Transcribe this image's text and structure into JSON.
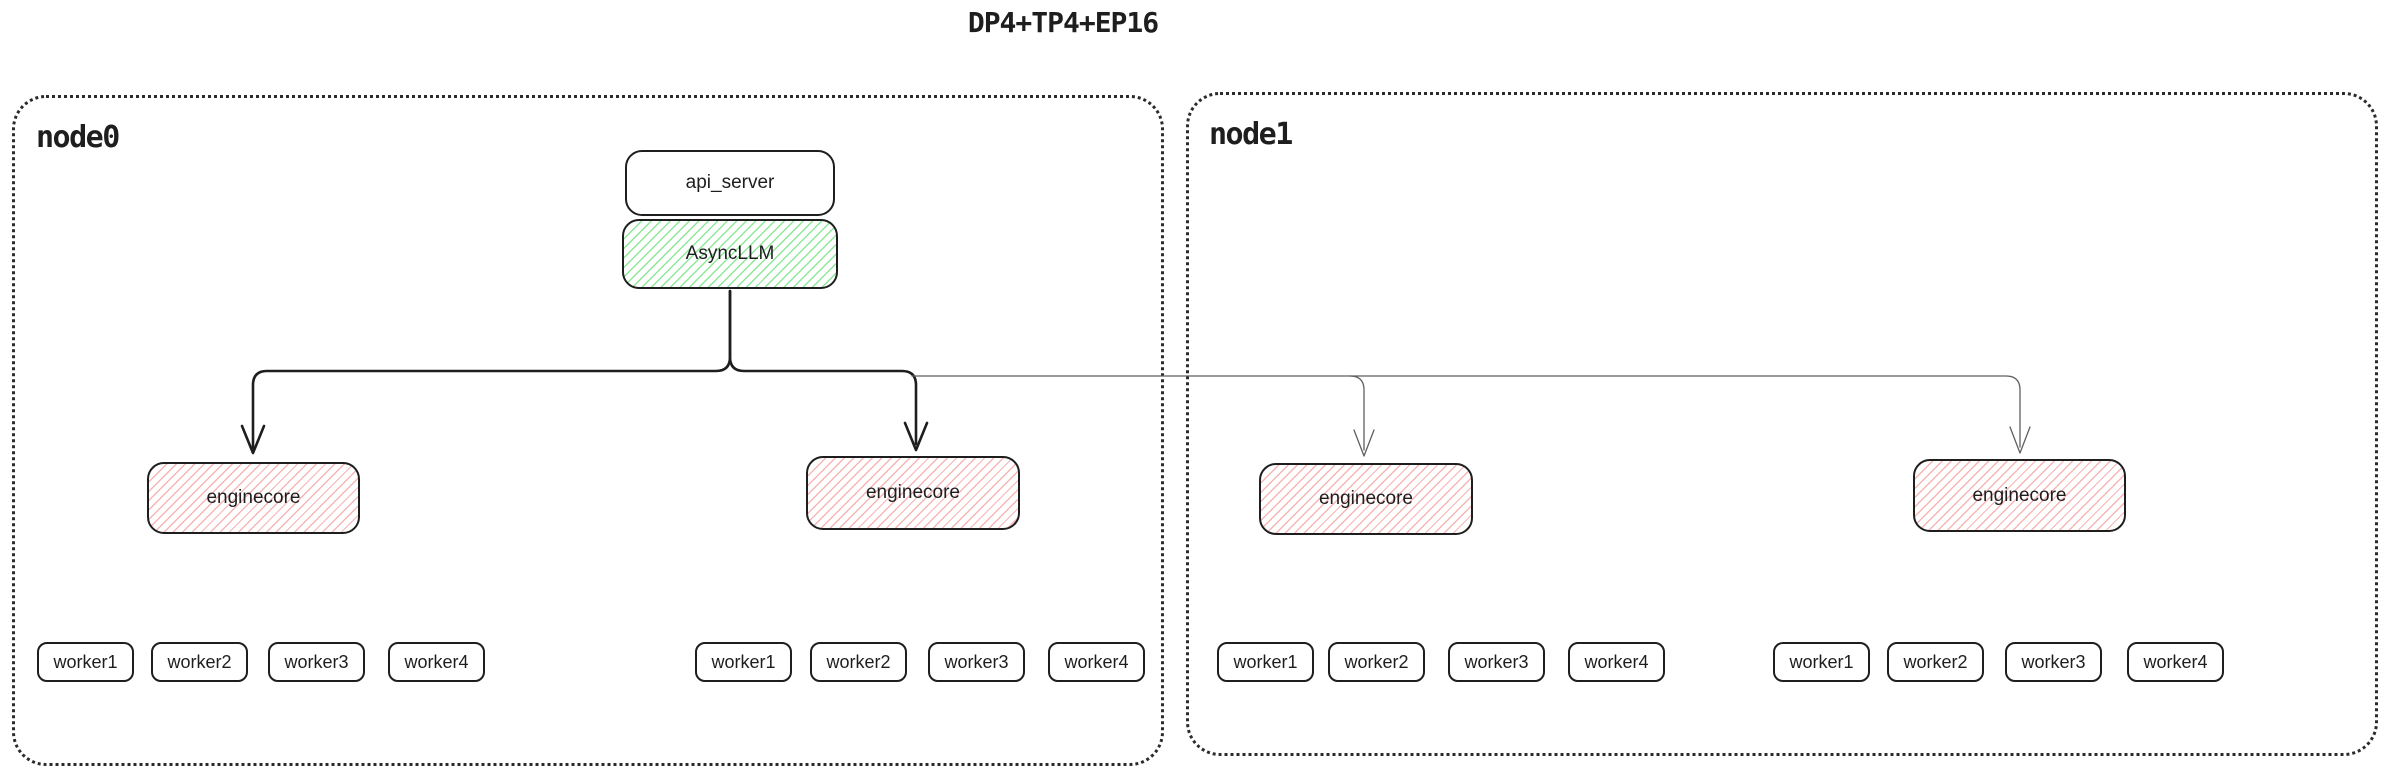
{
  "title": "DP4+TP4+EP16",
  "node0": {
    "label": "node0",
    "api_server": "api_server",
    "asyncllm": "AsyncLLM",
    "enginecores": [
      "enginecore",
      "enginecore"
    ],
    "worker_groups": [
      [
        "worker1",
        "worker2",
        "worker3",
        "worker4"
      ],
      [
        "worker1",
        "worker2",
        "worker3",
        "worker4"
      ]
    ]
  },
  "node1": {
    "label": "node1",
    "enginecores": [
      "enginecore",
      "enginecore"
    ],
    "worker_groups": [
      [
        "worker1",
        "worker2",
        "worker3",
        "worker4"
      ],
      [
        "worker1",
        "worker2",
        "worker3",
        "worker4"
      ]
    ]
  },
  "colors": {
    "outline": "#1e1e1e",
    "node_border": "#2b2b2b",
    "green_hatch": "#8ce99a",
    "red_hatch": "#f6b6b6",
    "thick_connector": "#1e1e1e",
    "thin_connector": "#5f5f5f"
  }
}
